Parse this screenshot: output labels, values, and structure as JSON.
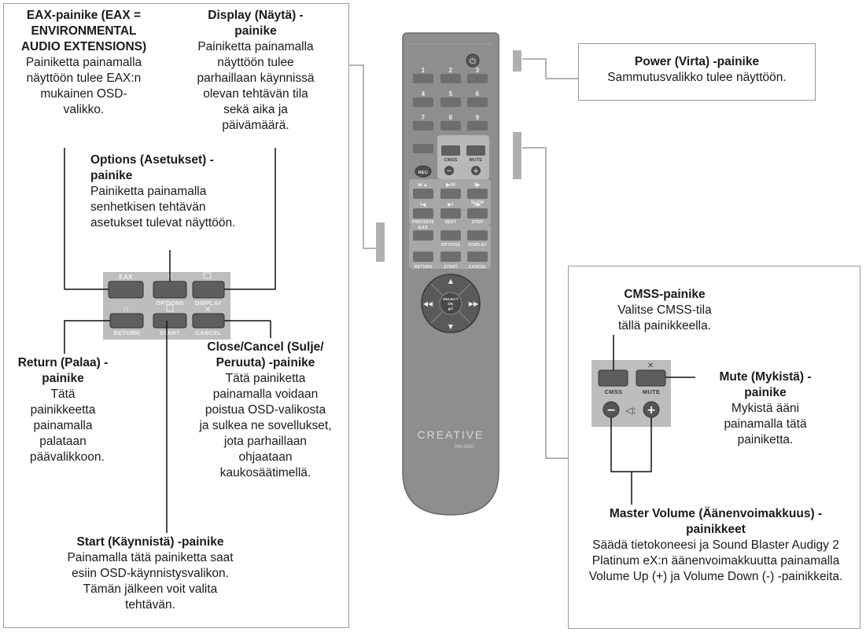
{
  "left_panel": {
    "eax": {
      "title": "EAX-painike (EAX = ENVIRONMENTAL AUDIO EXTENSIONS)",
      "desc": "Painiketta painamalla näyttöön tulee EAX:n mukainen OSD-valikko."
    },
    "display": {
      "title": "Display (Näytä) -painike",
      "desc": "Painiketta painamalla näyttöön tulee parhaillaan käynnissä olevan tehtävän tila sekä aika ja päivämäärä."
    },
    "options": {
      "title": "Options (Asetukset) -painike",
      "desc": "Painiketta painamalla senhetkisen tehtävän asetukset tulevat näyttöön."
    },
    "return": {
      "title": "Return (Palaa) -painike",
      "desc": "Tätä painikkeetta painamalla palataan päävalikkoon."
    },
    "cancel": {
      "title": "Close/Cancel (Sulje/ Peruuta) -painike",
      "desc": "Tätä painiketta painamalla voidaan poistua OSD-valikosta ja sulkea ne sovellukset, jota parhaillaan ohjaataan kaukosäätimellä."
    },
    "start": {
      "title": "Start (Käynnistä) -painike",
      "desc": "Painamalla tätä painiketta saat esiin OSD-käynnistysvalikon. Tämän jälkeen voit valita tehtävän."
    },
    "keypad": {
      "eax": "EAX",
      "options": "OPTIONS",
      "display": "DISPLAY",
      "return": "RETURN",
      "start": "START",
      "cancel": "CANCEL"
    }
  },
  "power_panel": {
    "title": "Power (Virta) -painike",
    "desc": "Sammutusvalikko tulee näyttöön."
  },
  "right_panel": {
    "cmss": {
      "title": "CMSS-painike",
      "desc": "Valitse CMSS-tila tällä painikkeella."
    },
    "mute": {
      "title": "Mute (Mykistä) -painike",
      "desc": "Mykistä ääni painamalla tätä painiketta."
    },
    "volume": {
      "title": "Master Volume (Äänenvoimakkuus) -painikkeet",
      "desc": "Säädä tietokoneesi ja Sound Blaster Audigy 2 Platinum eX:n äänenvoimakkuutta painamalla Volume Up (+) ja Volume Down (-) -painikkeita."
    },
    "keypad": {
      "cmss": "CMSS",
      "mute": "MUTE",
      "minus": "−",
      "plus": "+"
    }
  },
  "remote": {
    "brand": "CREATIVE",
    "model": "RM-1000",
    "numbers": [
      "1",
      "2",
      "3",
      "4",
      "5",
      "6",
      "7",
      "8",
      "9"
    ],
    "row_a": {
      "cmss": "CMSS",
      "mute": "MUTE",
      "rec": "REC"
    },
    "transport_top": [
      "■/▲",
      "▶/II",
      "I▶"
    ],
    "transport_bottom": [
      "PREVIOUS",
      "NEXT",
      "STEP"
    ],
    "slow": "SLOW",
    "menu_top": [
      "EAX",
      "OPTIONS",
      "DISPLAY"
    ],
    "menu_bottom": [
      "RETURN",
      "START",
      "CANCEL"
    ],
    "nav_center": [
      "SELECT",
      "OK"
    ]
  },
  "colors": {
    "panel_border": "#9a9a9a",
    "remote_body": "#8c8c8c",
    "button": "#6a6a6a",
    "keypad_bg": "#bdbdbd",
    "line": "#222222"
  }
}
